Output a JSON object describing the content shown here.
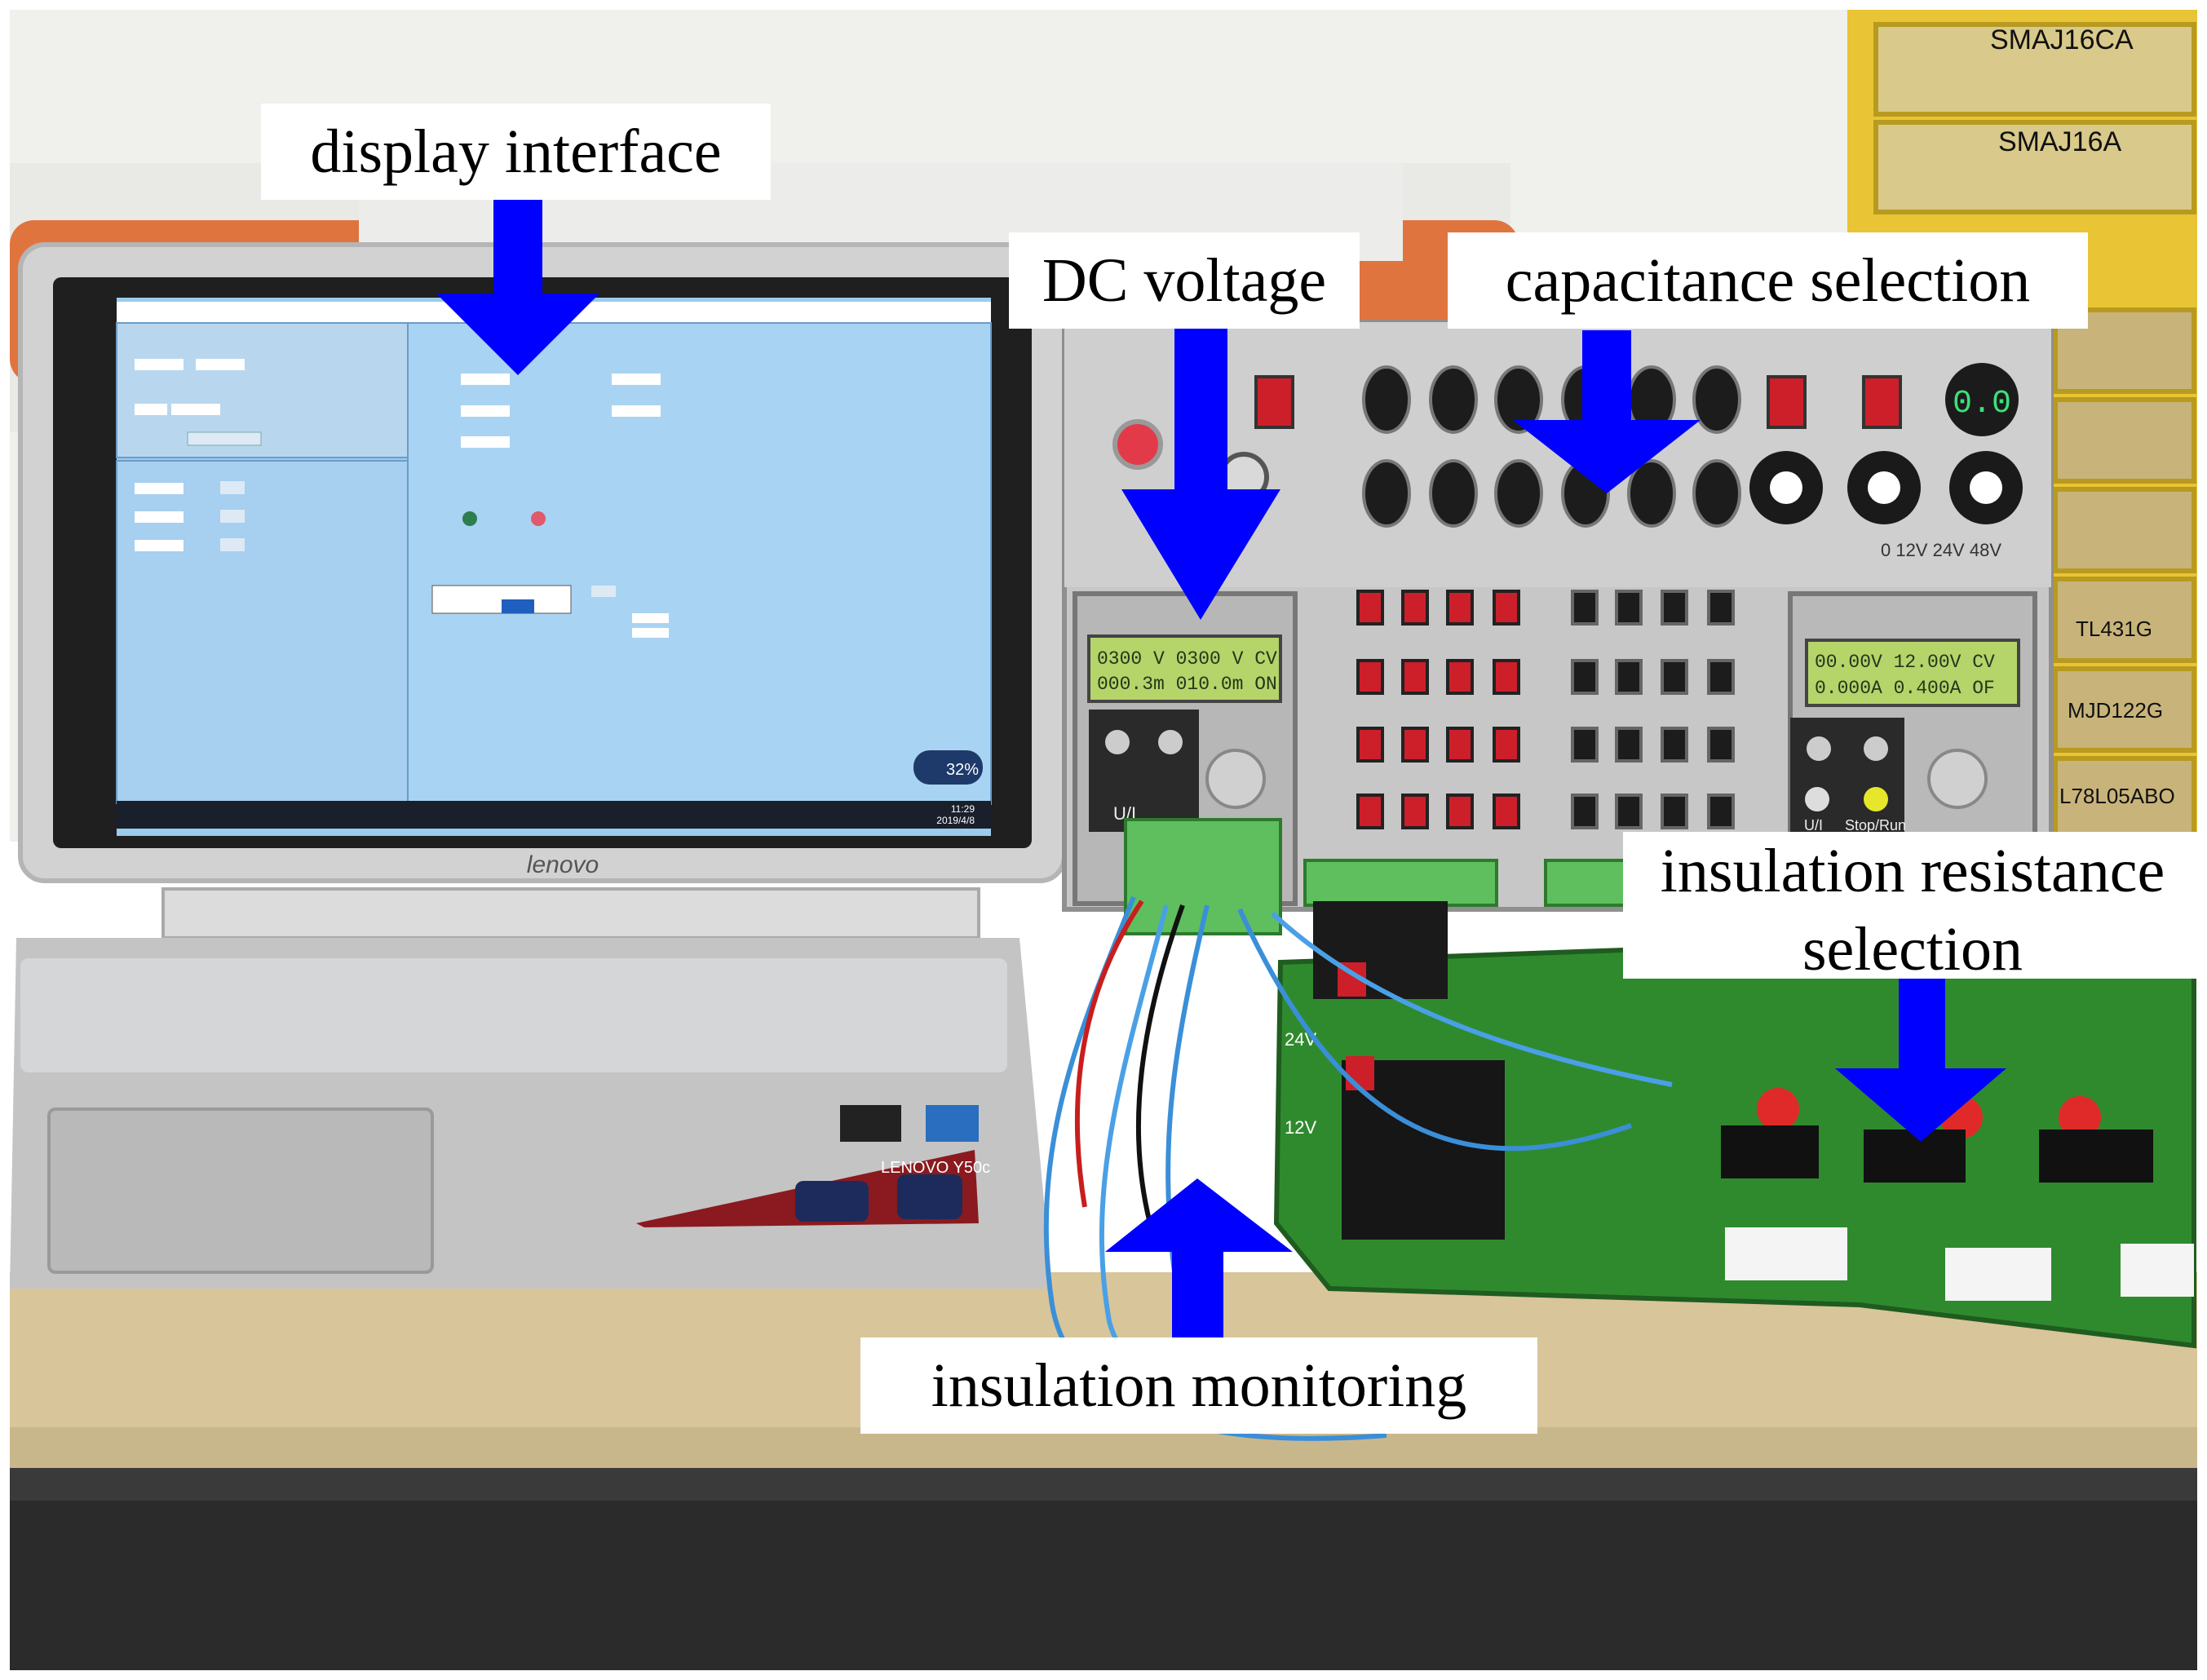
{
  "colors": {
    "arrow": "#0000ff",
    "label_bg": "#ffffff",
    "label_text": "#000000",
    "pcb_green": "#2f8a2e",
    "screen_blue": "#8cc4ea",
    "panel_grey": "#c9c9c9",
    "lcd_green": "#b9d36a",
    "wall": "#f2f2ef",
    "desk": "#d9c9a0"
  },
  "labels": {
    "display_interface": "display interface",
    "dc_voltage": "DC voltage",
    "capacitance_selection": "capacitance selection",
    "insulation_resistance_line1": "insulation resistance",
    "insulation_resistance_line2": "selection",
    "insulation_monitoring": "insulation monitoring"
  },
  "laptop": {
    "brand": "lenovo",
    "model": "LENOVO Y50c",
    "screen_time": "11:29",
    "screen_date": "2019/4/8",
    "battery_percent": "32%"
  },
  "power_supply_left": {
    "lcd_line1": "0300 V 0300 V CV",
    "lcd_line2": "000.3m 010.0m ON",
    "button_label": "U/I"
  },
  "power_supply_right": {
    "lcd_line1": "00.00V 12.00V CV",
    "lcd_line2": "0.000A 0.400A OF",
    "button_left": "U/I",
    "button_right": "Stop/Run"
  },
  "shelf_tags": [
    "SMAJ16CA",
    "SMAJ16A",
    "TL431G",
    "MJD122G",
    "L78L05ABO"
  ],
  "meter_reading": "0.0",
  "panel_note": "0 12V 24V 48V",
  "board_mark": "24V",
  "board_mark2": "12V"
}
